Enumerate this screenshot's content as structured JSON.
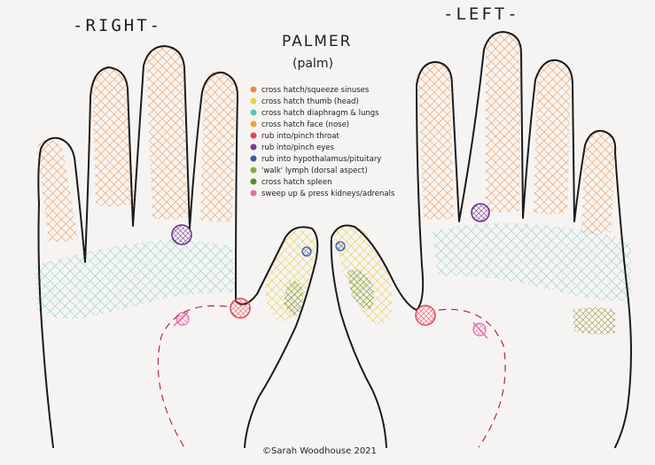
{
  "hands": {
    "right_label": "-RIGHT-",
    "left_label": "-LEFT-"
  },
  "title": "PALMER",
  "subtitle": "(palm)",
  "legend": [
    {
      "color": "#f08a3c",
      "text": "cross hatch/squeeze sinuses"
    },
    {
      "color": "#e8d43a",
      "text": "cross hatch thumb (head)"
    },
    {
      "color": "#5cc4c0",
      "text": "cross hatch diaphragm & lungs"
    },
    {
      "color": "#f0a23a",
      "text": "cross hatch face (nose)"
    },
    {
      "color": "#e8425a",
      "text": "rub into/pinch throat"
    },
    {
      "color": "#7a3c9a",
      "text": "rub into/pinch eyes"
    },
    {
      "color": "#3a5aa8",
      "text": "rub into hypothalamus/pituitary"
    },
    {
      "color": "#8aa83a",
      "text": "'walk' lymph (dorsal aspect)"
    },
    {
      "color": "#5a8a2a",
      "text": "cross hatch spleen"
    },
    {
      "color": "#e86aa8",
      "text": "sweep up & press kidneys/adrenals"
    }
  ],
  "credit": "©Sarah Woodhouse 2021",
  "colors": {
    "sinus": "#f08a3c",
    "head": "#e8d43a",
    "lungs": "#5cc4c0",
    "throat": "#e8425a",
    "eyes": "#7a3c9a",
    "pituitary": "#3a5aa8",
    "spleen": "#5a8a2a",
    "kidneys": "#e86aa8",
    "outline": "#1b1b1b"
  }
}
